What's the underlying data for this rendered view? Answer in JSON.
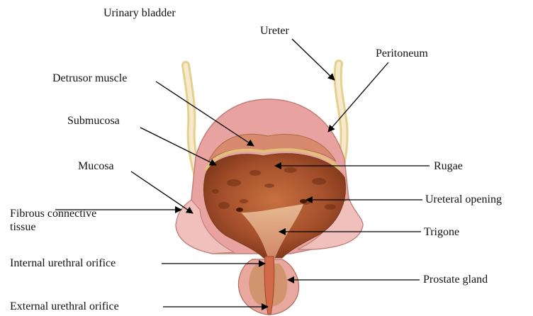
{
  "diagram": {
    "title": "Urinary bladder",
    "labels": {
      "ureter": "Ureter",
      "peritoneum": "Peritoneum",
      "detrusor_muscle": "Detrusor muscle",
      "submucosa": "Submucosa",
      "mucosa": "Mucosa",
      "fibrous_connective_tissue": "Fibrous connective\ntissue",
      "rugae": "Rugae",
      "ureteral_opening": "Ureteral opening",
      "trigone": "Trigone",
      "internal_urethral_orifice": "Internal urethral orifice",
      "prostate_gland": "Prostate gland",
      "external_urethral_orifice": "External urethral orifice"
    },
    "colors": {
      "ureter": "#f0e0a0",
      "peritoneum": "#e8a8a8",
      "muscle": "#d98a7a",
      "mucosa_lumen": "#a8542f",
      "trigone": "#e8b890",
      "line": "#000000"
    }
  }
}
